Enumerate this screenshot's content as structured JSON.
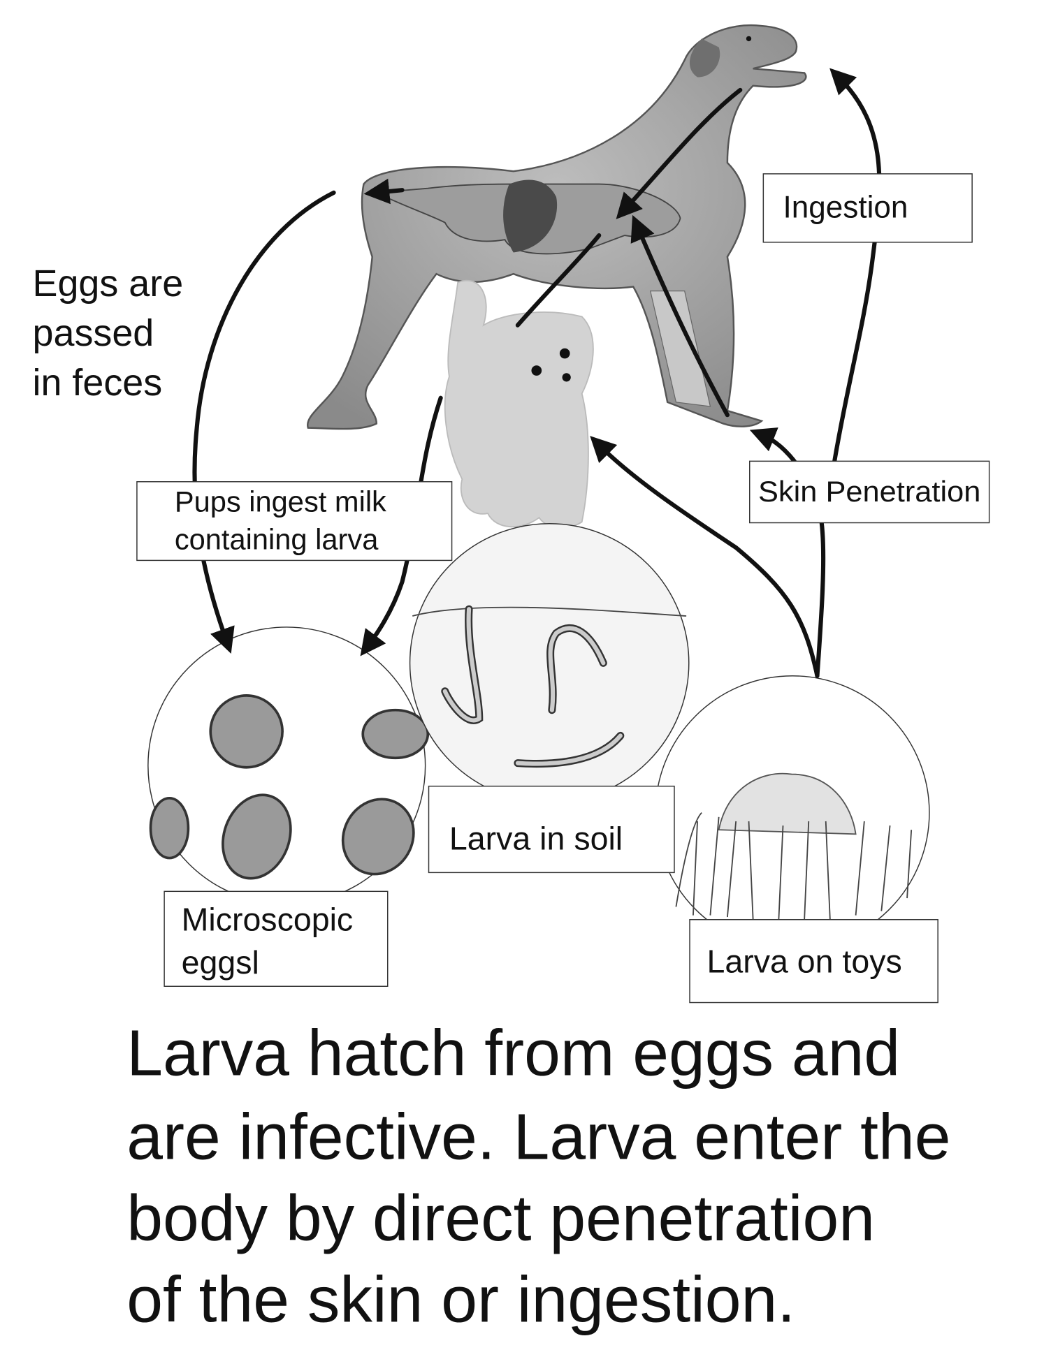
{
  "diagram": {
    "title_caption": [
      "Larva hatch from eggs and",
      "are infective. Larva enter the",
      "body by direct penetration",
      "of the skin or ingestion."
    ],
    "labels": {
      "eggs_passed": [
        "Eggs are",
        "passed",
        "in feces"
      ],
      "ingestion": "Ingestion",
      "pups": [
        "Pups ingest milk",
        "containing larva"
      ],
      "skin_penetration": "Skin Penetration",
      "larva_in_soil": "Larva in soil",
      "microscopic_eggs": [
        "Microscopic",
        "eggsl"
      ],
      "larva_on_toys": "Larva on toys"
    }
  }
}
